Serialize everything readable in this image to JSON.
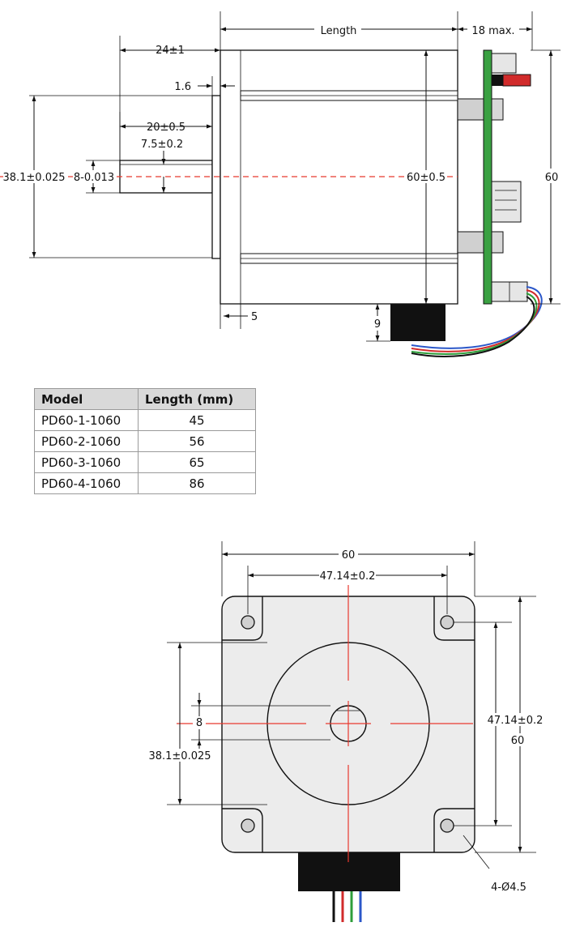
{
  "side_view": {
    "length_label": "Length",
    "max_label": "18 max.",
    "shaft_length": "24±1",
    "flange_thickness": "1.6",
    "shaft_flat_length": "20±0.5",
    "flat_depth": "7.5±0.2",
    "pilot_diameter": "38.1±0.025",
    "shaft_diameter": "8-0.013",
    "body_height": "60±0.5",
    "overall_height": "60",
    "endcap_length": "5",
    "connector_height": "9"
  },
  "table": {
    "headers": [
      "Model",
      "Length (mm)"
    ],
    "rows": [
      {
        "model": "PD60-1-1060",
        "length": "45"
      },
      {
        "model": "PD60-2-1060",
        "length": "56"
      },
      {
        "model": "PD60-3-1060",
        "length": "65"
      },
      {
        "model": "PD60-4-1060",
        "length": "86"
      }
    ]
  },
  "front_view": {
    "width": "60",
    "hole_spacing_h": "47.14±0.2",
    "hole_spacing_v": "47.14±0.2",
    "height": "60",
    "shaft_flat": "8",
    "pilot_diameter": "38.1±0.025",
    "holes": "4-Ø4.5"
  },
  "colors": {
    "axis": "#e8392f",
    "pcb": "#3aa142",
    "body_fill": "#ececec",
    "cable_red": "#d12b2b",
    "cable_green": "#2e9e3a",
    "cable_blue": "#2b57c9",
    "cable_black": "#111111"
  }
}
